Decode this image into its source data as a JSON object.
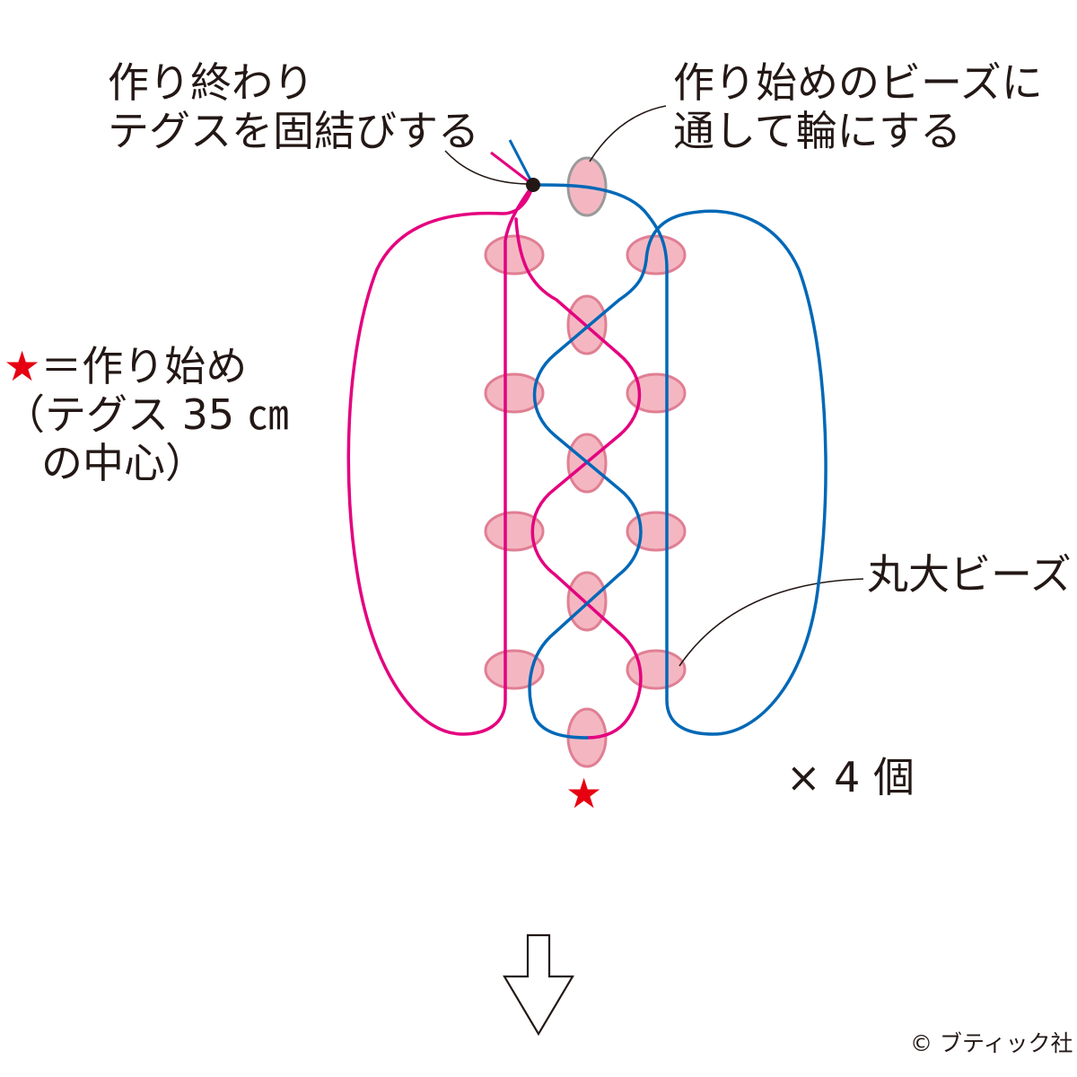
{
  "labels": {
    "end_line1": "作り終わり",
    "end_line2": "テグスを固結びする",
    "start_line1": "作り始めのビーズに",
    "start_line2": "通して輪にする",
    "legend_star": "★",
    "legend_line1": "＝作り始め",
    "legend_line2": "（テグス 35 ㎝",
    "legend_line3": "の中心）",
    "bead_name": "丸大ビーズ",
    "quantity": "× 4 個",
    "start_marker": "★",
    "copyright": "© ブティック社"
  },
  "colors": {
    "pink_thread": "#e4007f",
    "blue_thread": "#0068b7",
    "bead_fill": "#f4b7c2",
    "bead_outline": "#e07f93",
    "start_bead_outline": "#9a9a9a",
    "star": "#e60012",
    "text": "#231815"
  },
  "icons": {
    "next_step": "down-arrow-icon",
    "knot": "knot-dot-icon"
  }
}
